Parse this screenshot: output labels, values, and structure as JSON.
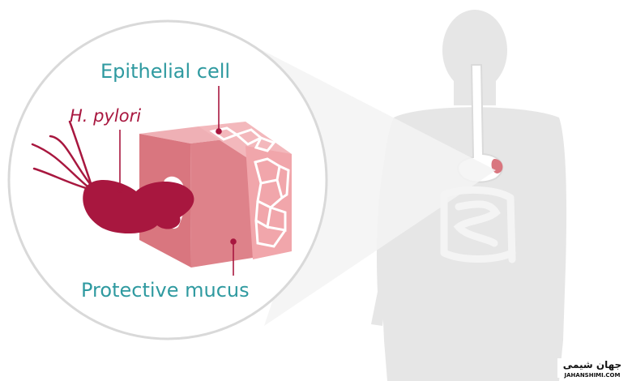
{
  "labels": {
    "epithelial_cell": "Epithelial cell",
    "h_pylori": "H. pylori",
    "protective_mucus": "Protective mucus"
  },
  "watermark": {
    "script_text": "جهان شیمی",
    "latin_text": "JAHANSHIMI.COM"
  },
  "colors": {
    "teal_label": "#2f9aa0",
    "bacterium": "#a8173f",
    "cube_front": "#d9767f",
    "cube_top": "#efb0b5",
    "cell_face": "#f1a6ab",
    "body_silhouette": "#e3e3e3",
    "stomach_spot": "#d9767f"
  }
}
